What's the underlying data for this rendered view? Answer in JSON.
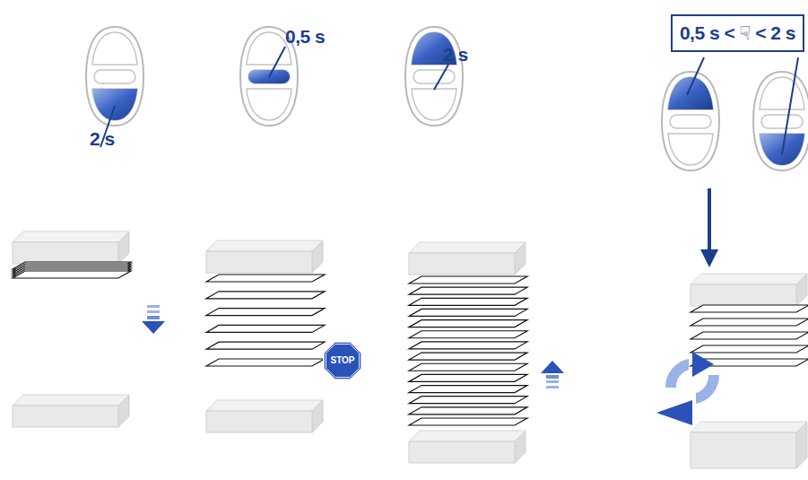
{
  "diagram": {
    "nodes": [
      {
        "text": [
          "0,5 s < ☟ < 2 s"
        ]
      },
      {
        "text": [
          "STOP"
        ]
      }
    ],
    "labels": [
      "2 s",
      "0,5 s",
      "2 s"
    ]
  }
}
